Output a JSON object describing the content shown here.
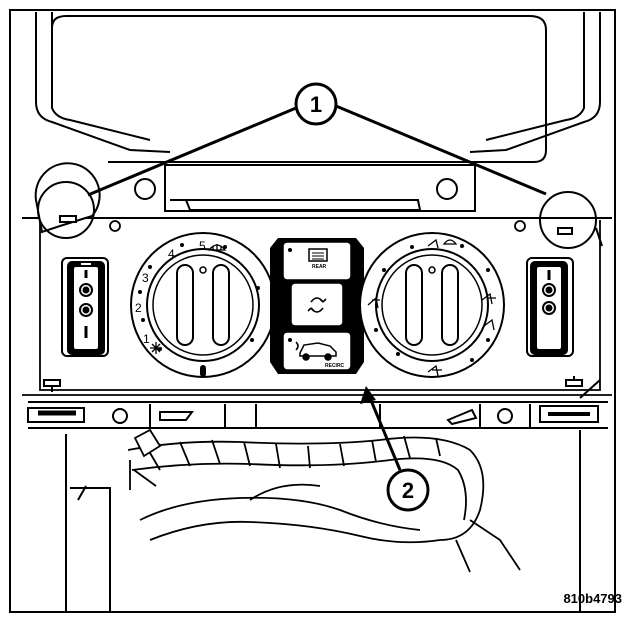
{
  "figure": {
    "id": "810b4793",
    "colors": {
      "line": "#000000",
      "background": "#ffffff"
    }
  },
  "callouts": [
    {
      "label": "1"
    },
    {
      "label": "2"
    }
  ],
  "fan_dial": {
    "scale": [
      "1",
      "2",
      "3",
      "4",
      "5"
    ]
  },
  "center_buttons": {
    "rear_defrost_caption": "REAR",
    "recirc_icon": "recirculation-icon",
    "mode_icon": "car-airflow-icon",
    "mode_caption": "RECIRC"
  }
}
